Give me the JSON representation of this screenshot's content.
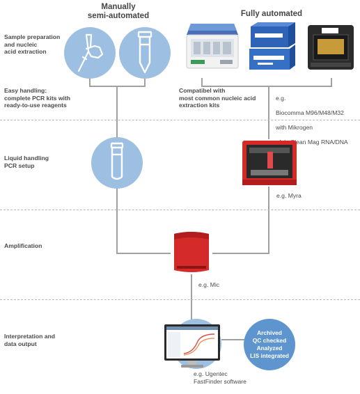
{
  "headers": {
    "manual": "Manually\nsemi-automated",
    "auto": "Fully automated"
  },
  "sections": {
    "sample_prep": "Sample preparation\nand nucleic\nacid extraction",
    "easy_handling": "Easy handling:\ncomplete PCR kits with\nready-to-use reagents",
    "liquid_handling": "Liquid handling\nPCR setup",
    "amplification": "Amplification",
    "interpretation": "Interpretation and\ndata output"
  },
  "captions": {
    "compatible": "Compatibel with\nmost common nucleic acid\nextraction kits",
    "biocomma_1": "e.g.",
    "biocomma_2": "Biocomma M96/M48/M32",
    "biocomma_3": "with Mikrogen",
    "biocomma_4_italic": "alpha",
    "biocomma_4_rest": "Clean Mag RNA/DNA",
    "myra": "e.g. Myra",
    "mic": "e.g. Mic",
    "ugentec": "e.g. Ugentec\nFastFinder software"
  },
  "badge": {
    "lines": [
      "Archived",
      "QC checked",
      "Analyzed",
      "LIS integrated"
    ]
  },
  "colors": {
    "circle": "#9dbfe2",
    "line": "#9a9a9a",
    "device_red": "#d42a2a",
    "badge": "#5f95cf"
  }
}
